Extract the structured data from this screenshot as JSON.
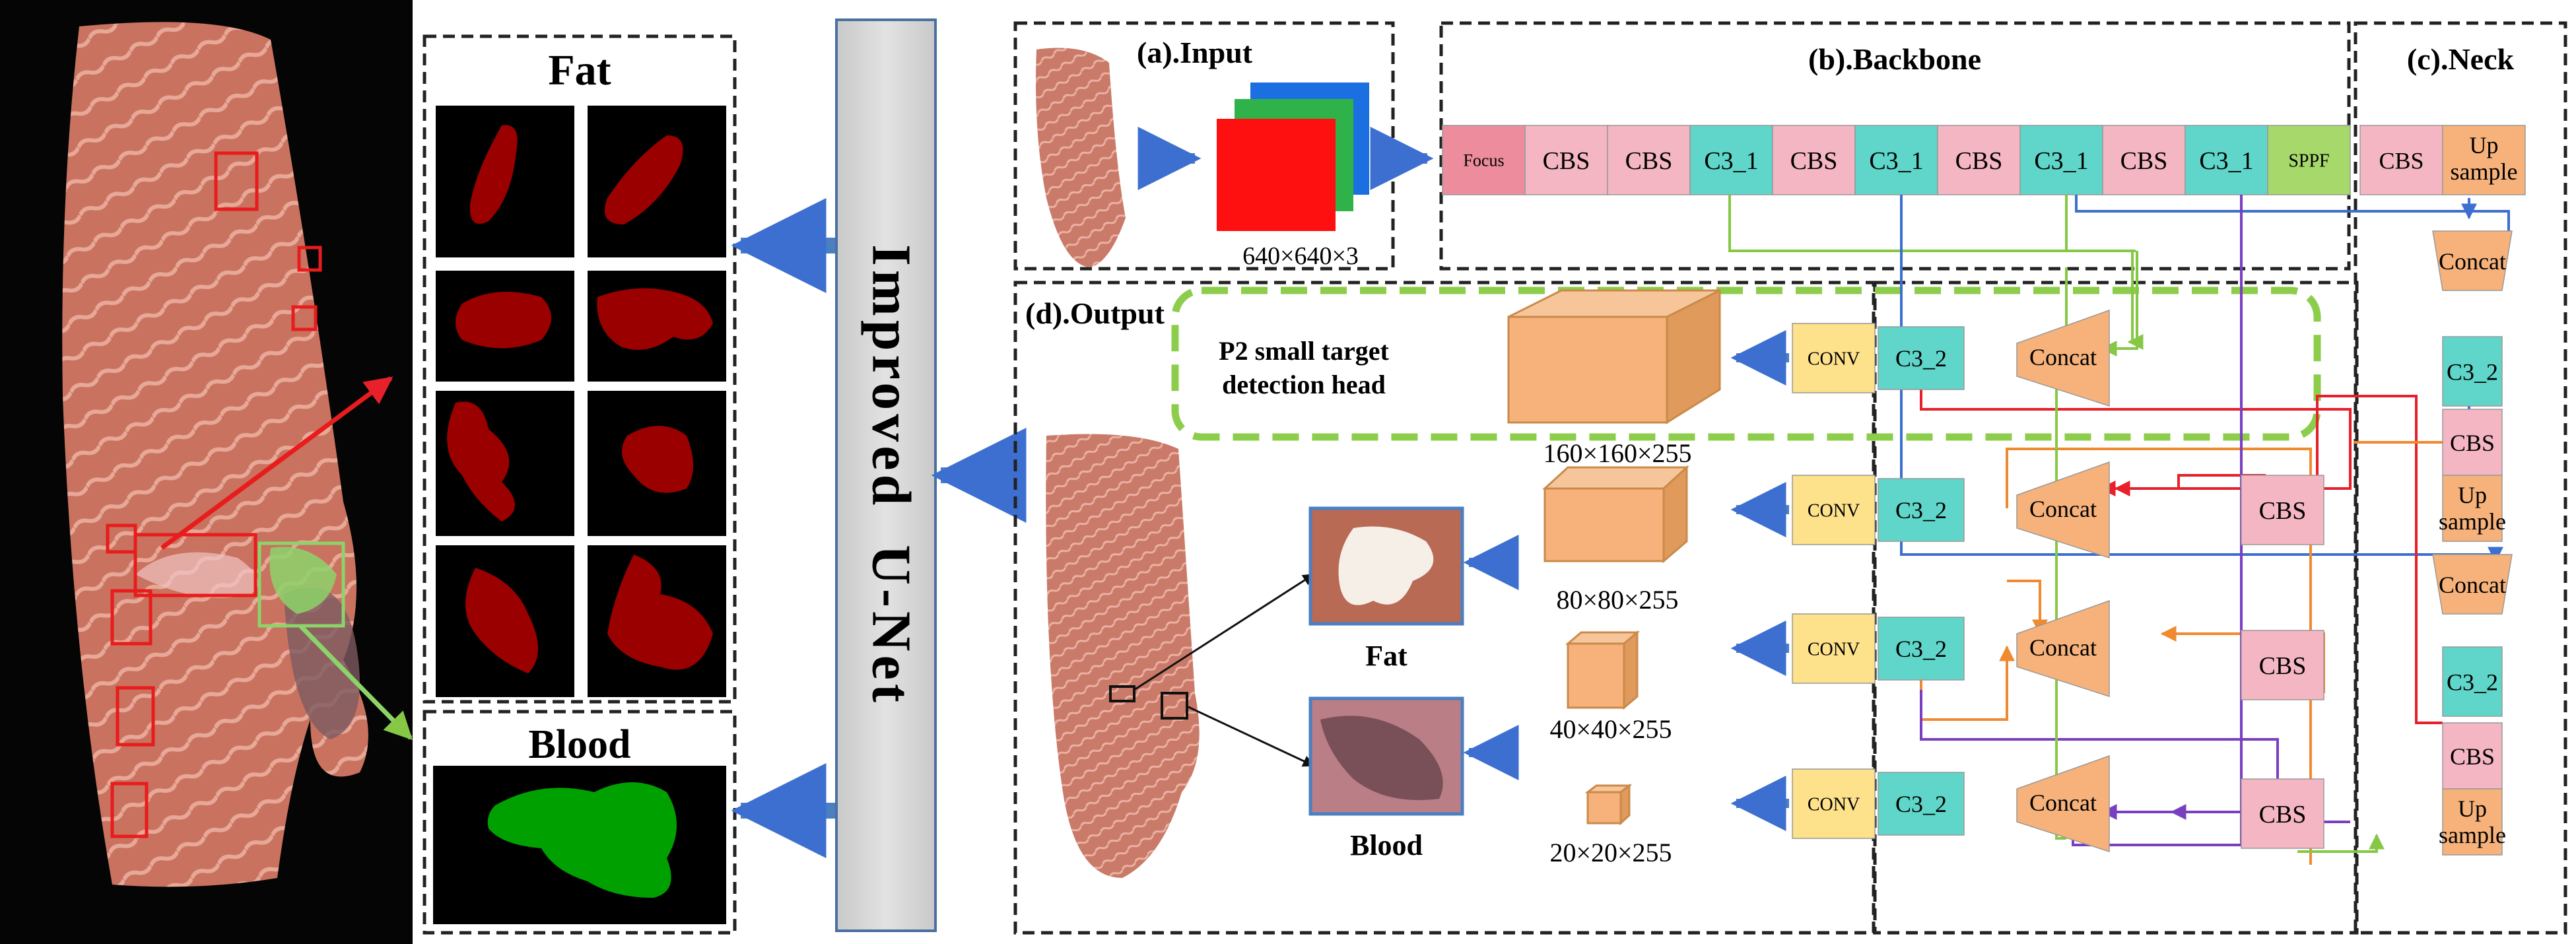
{
  "center_label": "Improved  U-Net",
  "fat_panel": {
    "title": "Fat"
  },
  "blood_panel": {
    "title": "Blood"
  },
  "input": {
    "title": "(a).Input",
    "dims": "640×640×3"
  },
  "backbone": {
    "title": "(b).Backbone",
    "blocks": [
      "Focus",
      "CBS",
      "CBS",
      "C3_1",
      "CBS",
      "C3_1",
      "CBS",
      "C3_1",
      "CBS",
      "C3_1",
      "SPPF"
    ]
  },
  "neck": {
    "title": "(c).Neck",
    "column": [
      "CBS",
      "Up sample",
      "Concat",
      "C3_2",
      "CBS",
      "Up sample",
      "Concat",
      "C3_2",
      "CBS",
      "Up sample"
    ],
    "inner_cbs": [
      "CBS",
      "CBS",
      "CBS"
    ]
  },
  "output": {
    "title": "(d).Output",
    "p2_label": "P2 small target detection head",
    "conv": [
      "CONV",
      "CONV",
      "CONV",
      "CONV"
    ],
    "c3": [
      "C3_2",
      "C3_2",
      "C3_2",
      "C3_2"
    ],
    "concat": [
      "Concat",
      "Concat",
      "Concat",
      "Concat"
    ],
    "sizes": [
      "160×160×255",
      "80×80×255",
      "40×40×255",
      "20×20×255"
    ],
    "fat_label": "Fat",
    "blood_label": "Blood"
  },
  "colors": {
    "pink": "#f4b6c2",
    "cyan": "#5fd6c9",
    "orange": "#f6b27a",
    "yellow": "#fde18b",
    "green": "#a6d86b",
    "focus": "#ec8c9c",
    "arrow_blue": "#4a7fc1",
    "gray": "#d0d0d0",
    "mask_red": "#9b0000",
    "mask_green": "#00a000",
    "dash_green": "#8ccd4b"
  }
}
